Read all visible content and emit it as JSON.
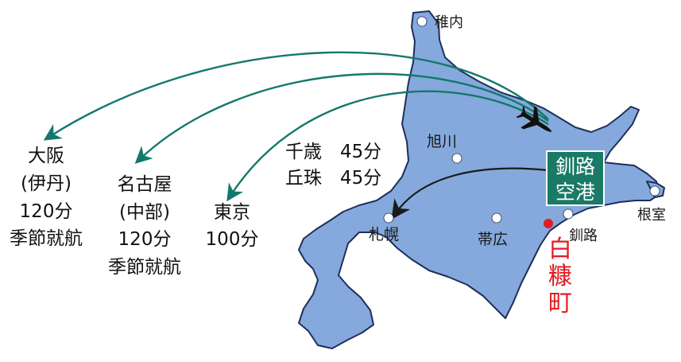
{
  "map": {
    "colors": {
      "land": "#85a9dc",
      "outline": "#1e2f5a",
      "route": "#14786c",
      "route_domestic": "#1a1a1a",
      "airport_badge": "#1a7a66",
      "highlight": "#e11d24",
      "city_dot": "#ffffff",
      "plane": "#111111"
    },
    "cities": {
      "wakkanai": "稚内",
      "asahikawa": "旭川",
      "sapporo": "札幌",
      "obihiro": "帯広",
      "kushiro": "釧路",
      "nemuro": "根室"
    },
    "airport": {
      "line1": "釧路",
      "line2": "空港",
      "icon": "airplane-icon"
    },
    "town": {
      "char1": "白",
      "char2": "糠",
      "char3": "町"
    },
    "routes": {
      "osaka": {
        "line1": "大阪",
        "line2": "(伊丹)",
        "line3": "120分",
        "line4": "季節就航"
      },
      "nagoya": {
        "line1": "名古屋",
        "line2": "(中部)",
        "line3": "120分",
        "line4": "季節就航"
      },
      "tokyo": {
        "line1": "東京",
        "line2": "100分"
      },
      "chitose": {
        "label": "千歳",
        "time": "45分"
      },
      "okadama": {
        "label": "丘珠",
        "time": "45分"
      }
    }
  }
}
